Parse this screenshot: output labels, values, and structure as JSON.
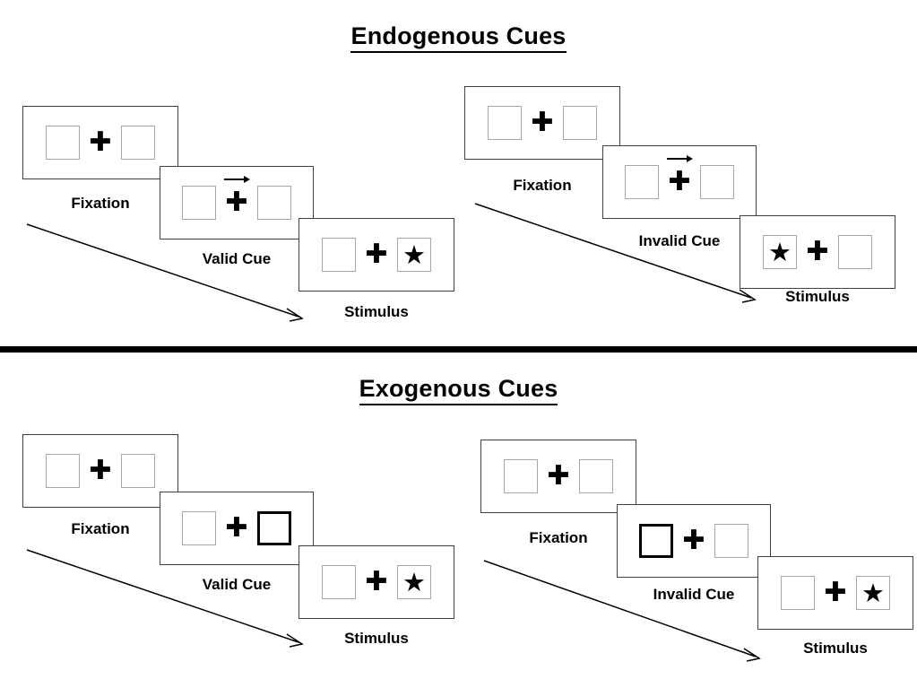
{
  "figure": {
    "title_endogenous": "Endogenous Cues",
    "title_exogenous": "Exogenous Cues"
  },
  "glyphs": {
    "plus": "✚",
    "star": "★"
  },
  "sections": [
    {
      "id": "endogenous",
      "heading": "Endogenous Cues",
      "sequences": [
        {
          "id": "endogenous-valid",
          "panels": [
            {
              "caption": "Fixation",
              "cue_type": "none",
              "left_square": "empty",
              "right_square": "empty"
            },
            {
              "caption": "Valid Cue",
              "cue_type": "arrow-right",
              "left_square": "empty",
              "right_square": "empty"
            },
            {
              "caption": "Stimulus",
              "cue_type": "none",
              "left_square": "empty",
              "right_square": "star"
            }
          ]
        },
        {
          "id": "endogenous-invalid",
          "panels": [
            {
              "caption": "Fixation",
              "cue_type": "none",
              "left_square": "empty",
              "right_square": "empty"
            },
            {
              "caption": "Invalid Cue",
              "cue_type": "arrow-right",
              "left_square": "empty",
              "right_square": "empty"
            },
            {
              "caption": "Stimulus",
              "cue_type": "none",
              "left_square": "star",
              "right_square": "empty"
            }
          ]
        }
      ]
    },
    {
      "id": "exogenous",
      "heading": "Exogenous Cues",
      "sequences": [
        {
          "id": "exogenous-valid",
          "panels": [
            {
              "caption": "Fixation",
              "cue_type": "none",
              "left_square": "empty",
              "right_square": "empty"
            },
            {
              "caption": "Valid Cue",
              "cue_type": "box-highlight-right",
              "left_square": "empty",
              "right_square": "cued"
            },
            {
              "caption": "Stimulus",
              "cue_type": "none",
              "left_square": "empty",
              "right_square": "star"
            }
          ]
        },
        {
          "id": "exogenous-invalid",
          "panels": [
            {
              "caption": "Fixation",
              "cue_type": "none",
              "left_square": "empty",
              "right_square": "empty"
            },
            {
              "caption": "Invalid Cue",
              "cue_type": "box-highlight-left",
              "left_square": "cued",
              "right_square": "empty"
            },
            {
              "caption": "Stimulus",
              "cue_type": "none",
              "left_square": "empty",
              "right_square": "star"
            }
          ]
        }
      ]
    }
  ],
  "colors": {
    "panel_border": "#404040",
    "square_border": "#a6a6a6",
    "cued_border": "#000000",
    "divider": "#000000",
    "text": "#000000",
    "background": "#ffffff"
  }
}
